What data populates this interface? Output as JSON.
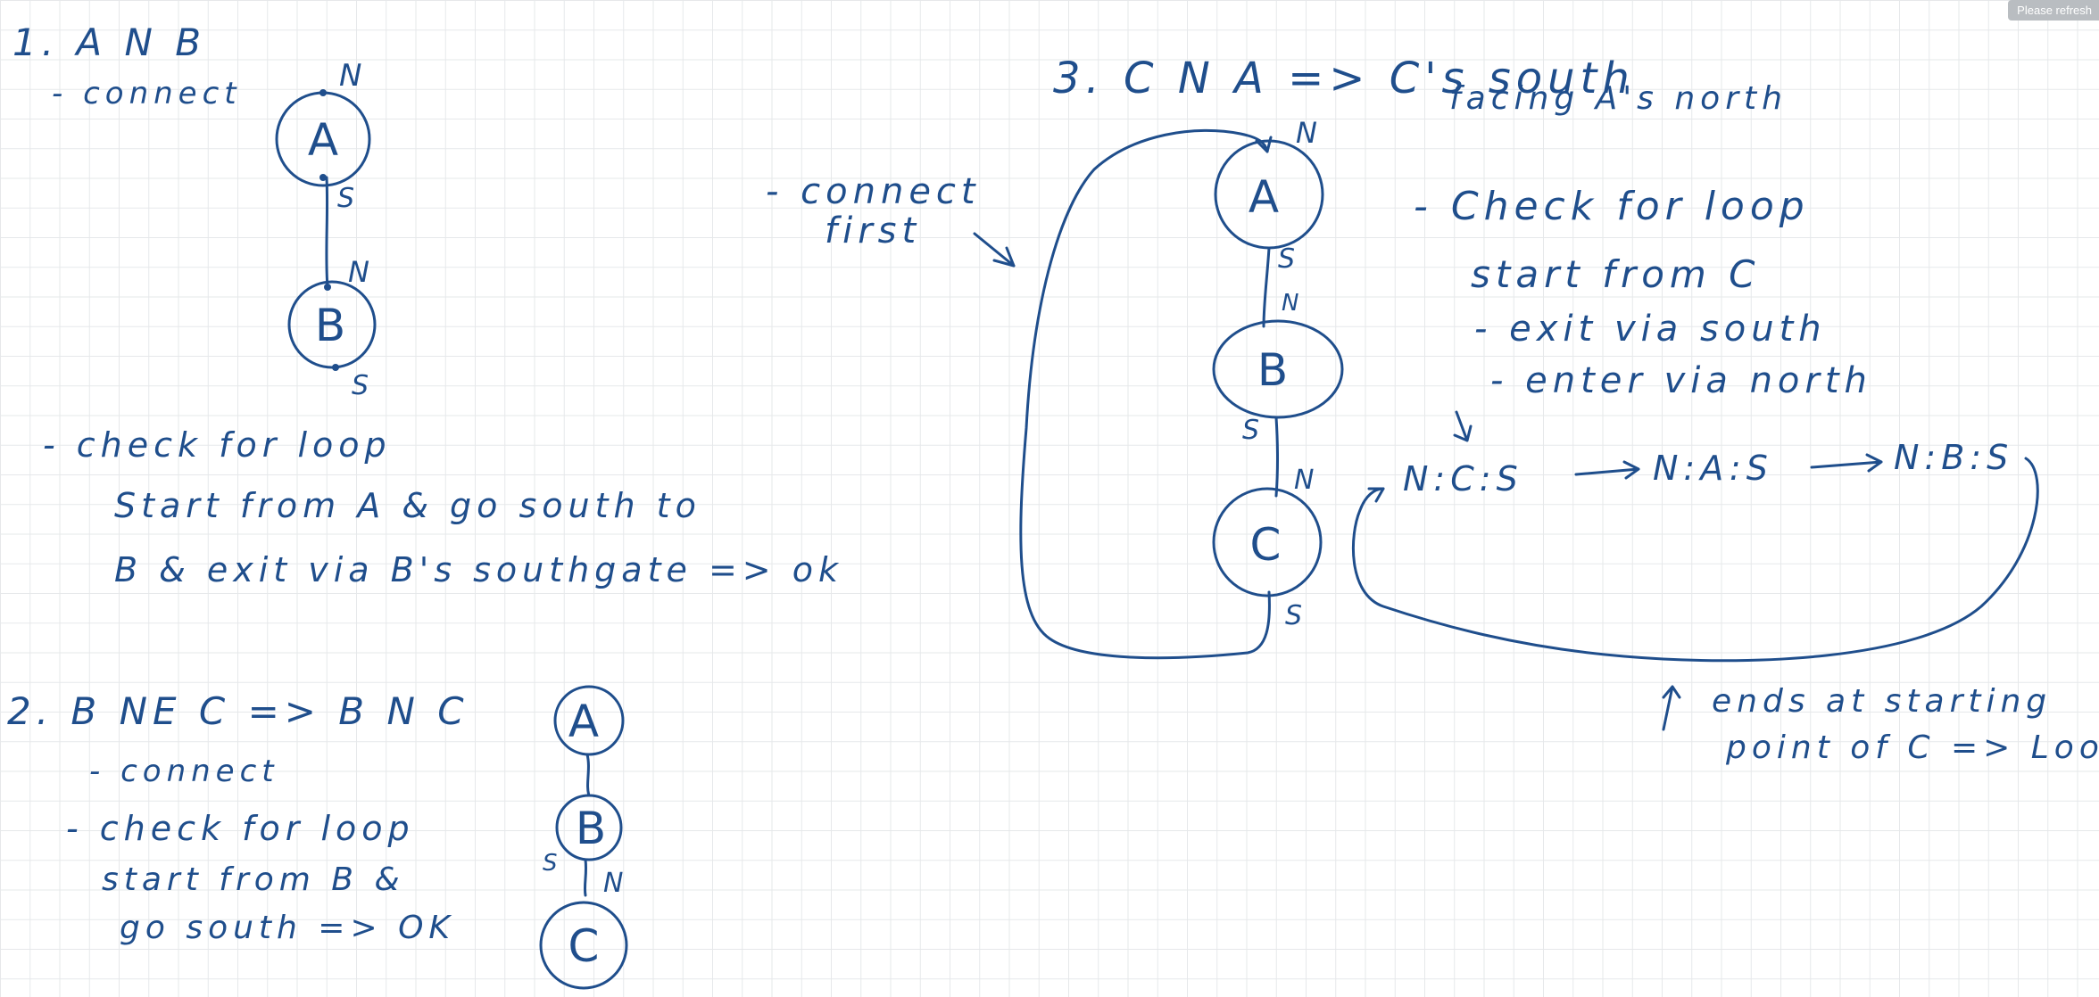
{
  "notice": {
    "refresh": "Please refresh"
  },
  "section1": {
    "title": "1.  A N B",
    "connect": "- connect",
    "check": "- check for loop",
    "line1": "Start from A & go south to",
    "line2": "B & exit via B's southgate => ok"
  },
  "section2": {
    "title": "2.  B NE C => B N C",
    "connect": "- connect",
    "check": "- check for loop",
    "line1": "start from B &",
    "line2": "go south => OK"
  },
  "section3": {
    "title": "3.   C N A => C's south",
    "title2": "facing A's north",
    "connect_first_1": "- connect",
    "connect_first_2": "first",
    "check": "- Check for loop",
    "start": "start from C",
    "exit": "- exit via south",
    "enter": "- enter via north",
    "path_1": "N:C:S",
    "path_2": "N:A:S",
    "path_3": "N:B:S",
    "ends_1": "ends at starting",
    "ends_2": "point of C => Loop"
  },
  "nodes": {
    "a": "A",
    "b": "B",
    "c": "C"
  },
  "gates": {
    "north": "N",
    "south": "S"
  },
  "colors": {
    "ink": "#1f4e8c",
    "grid": "#e6e8ea",
    "background": "#ffffff"
  }
}
